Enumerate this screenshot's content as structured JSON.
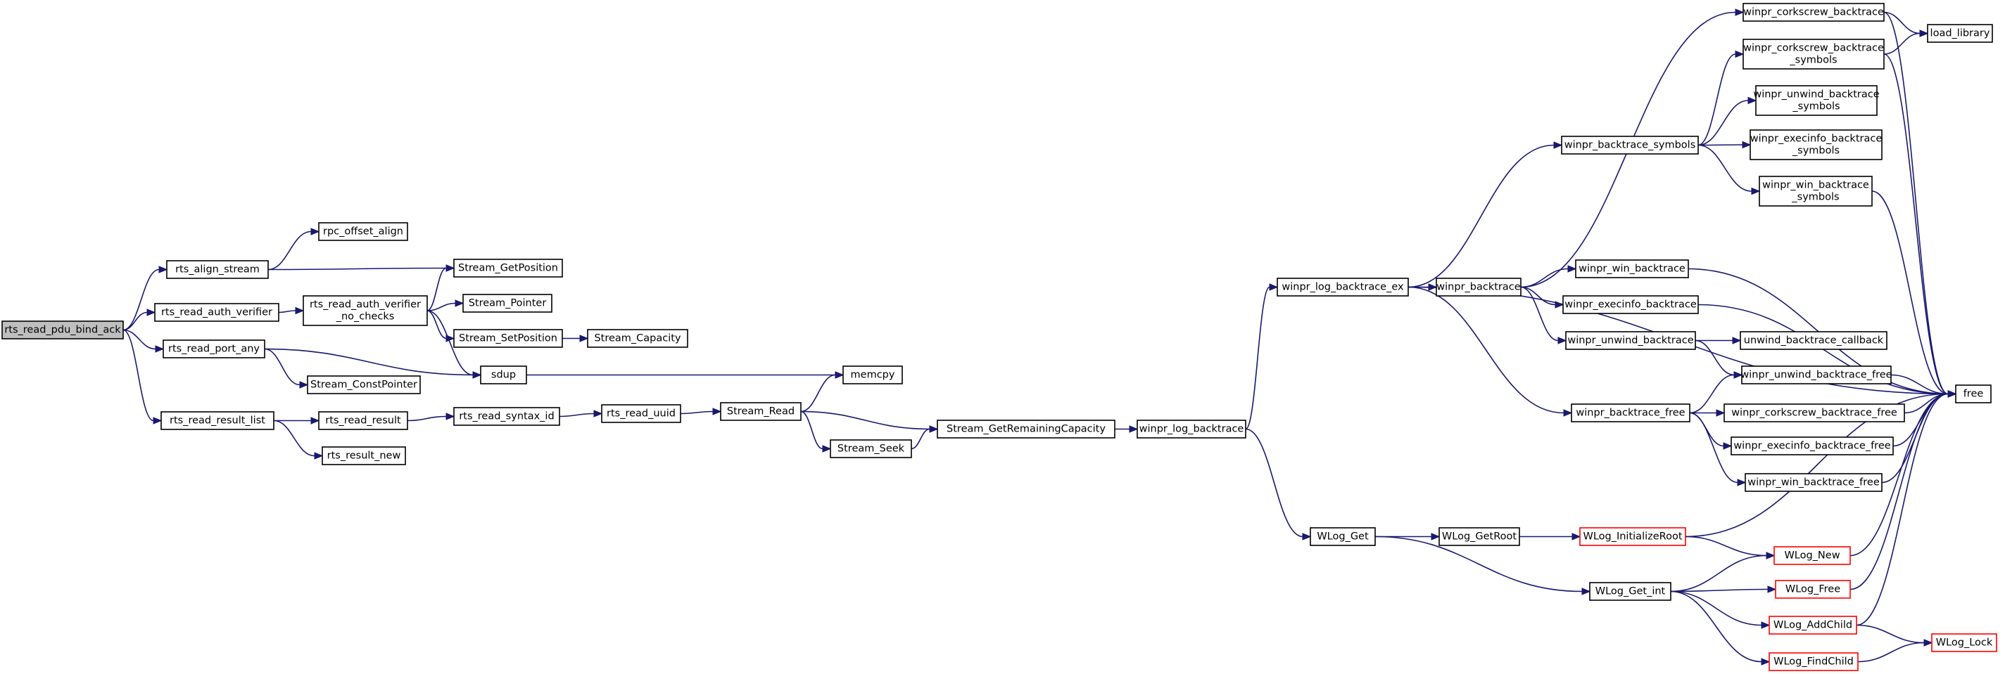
{
  "graph": {
    "colors": {
      "edge": "#191970",
      "root_fill": "#bfbfbf",
      "node_border": "#000000",
      "truncated_border": "#ff0000",
      "background": "#ffffff"
    },
    "nodes": [
      {
        "id": "rts_read_pdu_bind_ack",
        "lines": [
          "rts_read_pdu_bind_ack"
        ],
        "root": true
      },
      {
        "id": "rts_align_stream",
        "lines": [
          "rts_align_stream"
        ]
      },
      {
        "id": "rpc_offset_align",
        "lines": [
          "rpc_offset_align"
        ]
      },
      {
        "id": "Stream_GetPosition",
        "lines": [
          "Stream_GetPosition"
        ]
      },
      {
        "id": "rts_read_auth_verifier",
        "lines": [
          "rts_read_auth_verifier"
        ]
      },
      {
        "id": "rts_read_auth_verifier_no_checks",
        "lines": [
          "rts_read_auth_verifier",
          "_no_checks"
        ]
      },
      {
        "id": "Stream_Pointer",
        "lines": [
          "Stream_Pointer"
        ]
      },
      {
        "id": "Stream_SetPosition",
        "lines": [
          "Stream_SetPosition"
        ]
      },
      {
        "id": "Stream_Capacity",
        "lines": [
          "Stream_Capacity"
        ]
      },
      {
        "id": "rts_read_port_any",
        "lines": [
          "rts_read_port_any"
        ]
      },
      {
        "id": "sdup",
        "lines": [
          "sdup"
        ]
      },
      {
        "id": "Stream_ConstPointer",
        "lines": [
          "Stream_ConstPointer"
        ]
      },
      {
        "id": "memcpy",
        "lines": [
          "memcpy"
        ]
      },
      {
        "id": "rts_read_result_list",
        "lines": [
          "rts_read_result_list"
        ]
      },
      {
        "id": "rts_read_result",
        "lines": [
          "rts_read_result"
        ]
      },
      {
        "id": "rts_result_new",
        "lines": [
          "rts_result_new"
        ]
      },
      {
        "id": "rts_read_syntax_id",
        "lines": [
          "rts_read_syntax_id"
        ]
      },
      {
        "id": "rts_read_uuid",
        "lines": [
          "rts_read_uuid"
        ]
      },
      {
        "id": "Stream_Read",
        "lines": [
          "Stream_Read"
        ]
      },
      {
        "id": "Stream_Seek",
        "lines": [
          "Stream_Seek"
        ]
      },
      {
        "id": "Stream_GetRemainingCapacity",
        "lines": [
          "Stream_GetRemainingCapacity"
        ]
      },
      {
        "id": "winpr_log_backtrace",
        "lines": [
          "winpr_log_backtrace"
        ]
      },
      {
        "id": "winpr_log_backtrace_ex",
        "lines": [
          "winpr_log_backtrace_ex"
        ]
      },
      {
        "id": "WLog_Get",
        "lines": [
          "WLog_Get"
        ]
      },
      {
        "id": "winpr_backtrace_symbols",
        "lines": [
          "winpr_backtrace_symbols"
        ]
      },
      {
        "id": "winpr_backtrace",
        "lines": [
          "winpr_backtrace"
        ]
      },
      {
        "id": "winpr_backtrace_free",
        "lines": [
          "winpr_backtrace_free"
        ]
      },
      {
        "id": "WLog_GetRoot",
        "lines": [
          "WLog_GetRoot"
        ]
      },
      {
        "id": "WLog_Get_int",
        "lines": [
          "WLog_Get_int"
        ]
      },
      {
        "id": "winpr_corkscrew_backtrace",
        "lines": [
          "winpr_corkscrew_backtrace"
        ]
      },
      {
        "id": "winpr_corkscrew_backtrace_symbols",
        "lines": [
          "winpr_corkscrew_backtrace",
          "_symbols"
        ]
      },
      {
        "id": "winpr_unwind_backtrace_symbols",
        "lines": [
          "winpr_unwind_backtrace",
          "_symbols"
        ]
      },
      {
        "id": "winpr_execinfo_backtrace_symbols",
        "lines": [
          "winpr_execinfo_backtrace",
          "_symbols"
        ]
      },
      {
        "id": "winpr_win_backtrace_symbols",
        "lines": [
          "winpr_win_backtrace",
          "_symbols"
        ]
      },
      {
        "id": "winpr_win_backtrace",
        "lines": [
          "winpr_win_backtrace"
        ]
      },
      {
        "id": "winpr_execinfo_backtrace",
        "lines": [
          "winpr_execinfo_backtrace"
        ]
      },
      {
        "id": "winpr_unwind_backtrace",
        "lines": [
          "winpr_unwind_backtrace"
        ]
      },
      {
        "id": "unwind_backtrace_callback",
        "lines": [
          "unwind_backtrace_callback"
        ]
      },
      {
        "id": "winpr_unwind_backtrace_free",
        "lines": [
          "winpr_unwind_backtrace_free"
        ]
      },
      {
        "id": "winpr_corkscrew_backtrace_free",
        "lines": [
          "winpr_corkscrew_backtrace_free"
        ]
      },
      {
        "id": "winpr_execinfo_backtrace_free",
        "lines": [
          "winpr_execinfo_backtrace_free"
        ]
      },
      {
        "id": "winpr_win_backtrace_free",
        "lines": [
          "winpr_win_backtrace_free"
        ]
      },
      {
        "id": "WLog_InitializeRoot",
        "lines": [
          "WLog_InitializeRoot"
        ],
        "truncated": true
      },
      {
        "id": "WLog_New",
        "lines": [
          "WLog_New"
        ],
        "truncated": true
      },
      {
        "id": "WLog_Free",
        "lines": [
          "WLog_Free"
        ],
        "truncated": true
      },
      {
        "id": "WLog_AddChild",
        "lines": [
          "WLog_AddChild"
        ],
        "truncated": true
      },
      {
        "id": "WLog_FindChild",
        "lines": [
          "WLog_FindChild"
        ],
        "truncated": true
      },
      {
        "id": "load_library",
        "lines": [
          "load_library"
        ]
      },
      {
        "id": "free",
        "lines": [
          "free"
        ]
      },
      {
        "id": "WLog_Lock",
        "lines": [
          "WLog_Lock"
        ],
        "truncated": true
      }
    ],
    "edges": [
      [
        "rts_read_pdu_bind_ack",
        "rts_align_stream"
      ],
      [
        "rts_read_pdu_bind_ack",
        "rts_read_auth_verifier"
      ],
      [
        "rts_read_pdu_bind_ack",
        "rts_read_port_any"
      ],
      [
        "rts_read_pdu_bind_ack",
        "rts_read_result_list"
      ],
      [
        "rts_align_stream",
        "rpc_offset_align"
      ],
      [
        "rts_align_stream",
        "Stream_GetPosition"
      ],
      [
        "rts_read_auth_verifier",
        "rts_read_auth_verifier_no_checks"
      ],
      [
        "rts_read_auth_verifier_no_checks",
        "Stream_GetPosition"
      ],
      [
        "rts_read_auth_verifier_no_checks",
        "Stream_Pointer"
      ],
      [
        "rts_read_auth_verifier_no_checks",
        "Stream_SetPosition"
      ],
      [
        "rts_read_auth_verifier_no_checks",
        "sdup"
      ],
      [
        "Stream_SetPosition",
        "Stream_Capacity"
      ],
      [
        "rts_read_port_any",
        "sdup"
      ],
      [
        "rts_read_port_any",
        "Stream_ConstPointer"
      ],
      [
        "sdup",
        "memcpy"
      ],
      [
        "rts_read_result_list",
        "rts_read_result"
      ],
      [
        "rts_read_result_list",
        "rts_result_new"
      ],
      [
        "rts_read_result",
        "rts_read_syntax_id"
      ],
      [
        "rts_read_syntax_id",
        "rts_read_uuid"
      ],
      [
        "rts_read_uuid",
        "Stream_Read"
      ],
      [
        "Stream_Read",
        "memcpy"
      ],
      [
        "Stream_Read",
        "Stream_GetRemainingCapacity"
      ],
      [
        "Stream_Read",
        "Stream_Seek"
      ],
      [
        "Stream_Seek",
        "Stream_GetRemainingCapacity"
      ],
      [
        "Stream_GetRemainingCapacity",
        "winpr_log_backtrace"
      ],
      [
        "winpr_log_backtrace",
        "winpr_log_backtrace_ex"
      ],
      [
        "winpr_log_backtrace",
        "WLog_Get"
      ],
      [
        "winpr_log_backtrace_ex",
        "winpr_backtrace_symbols"
      ],
      [
        "winpr_log_backtrace_ex",
        "winpr_backtrace"
      ],
      [
        "winpr_log_backtrace_ex",
        "winpr_backtrace_free"
      ],
      [
        "winpr_log_backtrace_ex",
        "free"
      ],
      [
        "winpr_backtrace_symbols",
        "winpr_corkscrew_backtrace_symbols"
      ],
      [
        "winpr_backtrace_symbols",
        "winpr_unwind_backtrace_symbols"
      ],
      [
        "winpr_backtrace_symbols",
        "winpr_execinfo_backtrace_symbols"
      ],
      [
        "winpr_backtrace_symbols",
        "winpr_win_backtrace_symbols"
      ],
      [
        "winpr_backtrace",
        "winpr_corkscrew_backtrace"
      ],
      [
        "winpr_backtrace",
        "winpr_win_backtrace"
      ],
      [
        "winpr_backtrace",
        "winpr_execinfo_backtrace"
      ],
      [
        "winpr_backtrace",
        "winpr_unwind_backtrace"
      ],
      [
        "winpr_corkscrew_backtrace",
        "load_library"
      ],
      [
        "winpr_corkscrew_backtrace",
        "free"
      ],
      [
        "winpr_corkscrew_backtrace_symbols",
        "load_library"
      ],
      [
        "winpr_corkscrew_backtrace_symbols",
        "free"
      ],
      [
        "winpr_win_backtrace_symbols",
        "free"
      ],
      [
        "winpr_win_backtrace",
        "free"
      ],
      [
        "winpr_execinfo_backtrace",
        "free"
      ],
      [
        "winpr_unwind_backtrace",
        "unwind_backtrace_callback"
      ],
      [
        "winpr_unwind_backtrace",
        "winpr_unwind_backtrace_free"
      ],
      [
        "winpr_backtrace_free",
        "winpr_unwind_backtrace_free"
      ],
      [
        "winpr_backtrace_free",
        "winpr_corkscrew_backtrace_free"
      ],
      [
        "winpr_backtrace_free",
        "winpr_execinfo_backtrace_free"
      ],
      [
        "winpr_backtrace_free",
        "winpr_win_backtrace_free"
      ],
      [
        "winpr_unwind_backtrace_free",
        "free"
      ],
      [
        "winpr_corkscrew_backtrace_free",
        "free"
      ],
      [
        "winpr_execinfo_backtrace_free",
        "free"
      ],
      [
        "winpr_win_backtrace_free",
        "free"
      ],
      [
        "WLog_Get",
        "WLog_GetRoot"
      ],
      [
        "WLog_Get",
        "WLog_Get_int"
      ],
      [
        "WLog_GetRoot",
        "WLog_InitializeRoot"
      ],
      [
        "WLog_InitializeRoot",
        "free"
      ],
      [
        "WLog_InitializeRoot",
        "WLog_New"
      ],
      [
        "WLog_Get_int",
        "WLog_New"
      ],
      [
        "WLog_Get_int",
        "WLog_Free"
      ],
      [
        "WLog_Get_int",
        "WLog_AddChild"
      ],
      [
        "WLog_Get_int",
        "WLog_FindChild"
      ],
      [
        "WLog_New",
        "free"
      ],
      [
        "WLog_Free",
        "free"
      ],
      [
        "WLog_AddChild",
        "free"
      ],
      [
        "WLog_AddChild",
        "WLog_Lock"
      ],
      [
        "WLog_FindChild",
        "WLog_Lock"
      ]
    ]
  }
}
